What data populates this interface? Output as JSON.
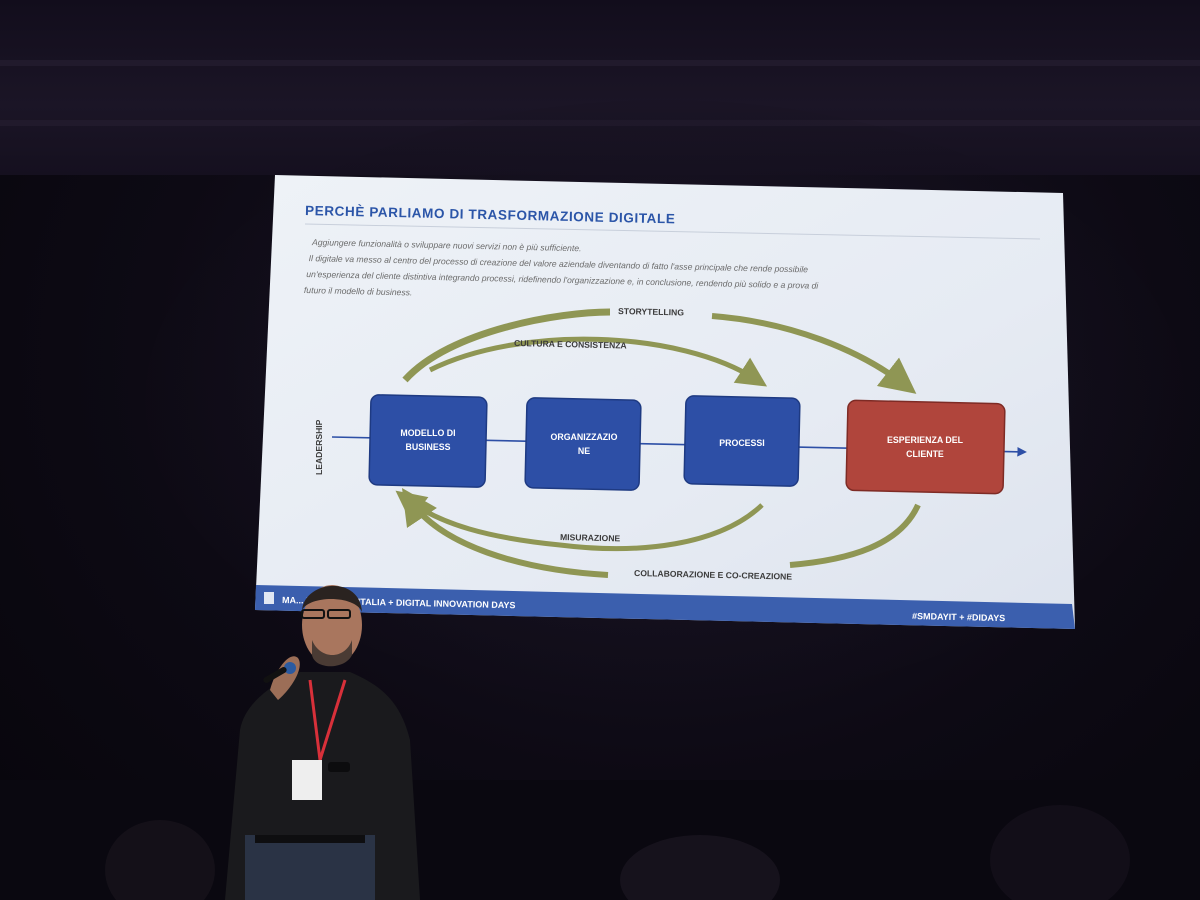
{
  "slide": {
    "title": "PERCHÈ PARLIAMO DI TRASFORMAZIONE DIGITALE",
    "body_lines": [
      "Aggiungere funzionalità o sviluppare nuovi servizi non è più sufficiente.",
      "Il digitale va messo al centro del processo di creazione del valore aziendale diventando di fatto l'asse principale che rende possibile",
      "un'esperienza del cliente distintiva integrando processi, ridefinendo l'organizzazione e, in conclusione, rendendo più solido e a prova di",
      "futuro il modello di business."
    ],
    "labels": {
      "storytelling": "STORYTELLING",
      "cultura": "CULTURA E CONSISTENZA",
      "misurazione": "MISURAZIONE",
      "collaborazione": "COLLABORAZIONE E CO-CREAZIONE",
      "leadership": "LEADERSHIP"
    },
    "boxes": {
      "modello_line1": "MODELLO DI",
      "modello_line2": "BUSINESS",
      "organizzazione_line1": "ORGANIZZAZIO",
      "organizzazione_line2": "NE",
      "processi": "PROCESSI",
      "esperienza_line1": "ESPERIENZA DEL",
      "esperienza_line2": "CLIENTE"
    },
    "footer": {
      "left": "MA... MEDIA DAY ITALIA + DIGITAL INNOVATION DAYS",
      "right": "#SMDAYIT + #DIDAYS"
    },
    "colors": {
      "title": "#2b55a8",
      "box_blue": "#2d4fa6",
      "box_red": "#b0453c",
      "arrow": "#8f9654",
      "footer_bar": "#3b5fae"
    }
  }
}
